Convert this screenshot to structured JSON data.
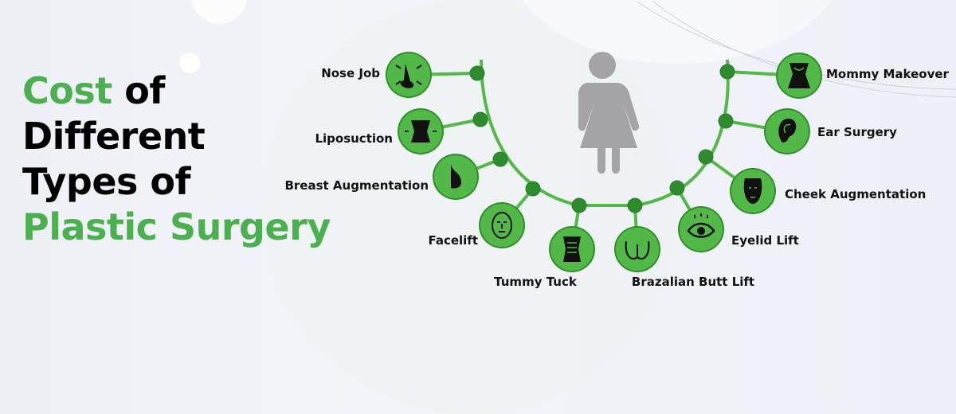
{
  "title": {
    "line1_accent": "Cost",
    "line1_rest": " of",
    "line2": "Different",
    "line3": "Types of",
    "line4": "Plastic Surgery"
  },
  "colors": {
    "accent_green": "#4caf50",
    "icon_green": "#52b848",
    "figure_gray": "#a4a4a6"
  },
  "center_icon": "woman-figure-icon",
  "procedures": [
    {
      "label": "Nose Job",
      "icon": "nose-icon"
    },
    {
      "label": "Liposuction",
      "icon": "waist-icon"
    },
    {
      "label": "Breast Augmentation",
      "icon": "breast-icon"
    },
    {
      "label": "Facelift",
      "icon": "face-icon"
    },
    {
      "label": "Tummy Tuck",
      "icon": "tummy-icon"
    },
    {
      "label": "Brazalian Butt Lift",
      "icon": "buttocks-icon"
    },
    {
      "label": "Eyelid Lift",
      "icon": "eye-icon"
    },
    {
      "label": "Cheek Augmentation",
      "icon": "cheek-icon"
    },
    {
      "label": "Ear Surgery",
      "icon": "ear-icon"
    },
    {
      "label": "Mommy Makeover",
      "icon": "body-icon"
    }
  ]
}
